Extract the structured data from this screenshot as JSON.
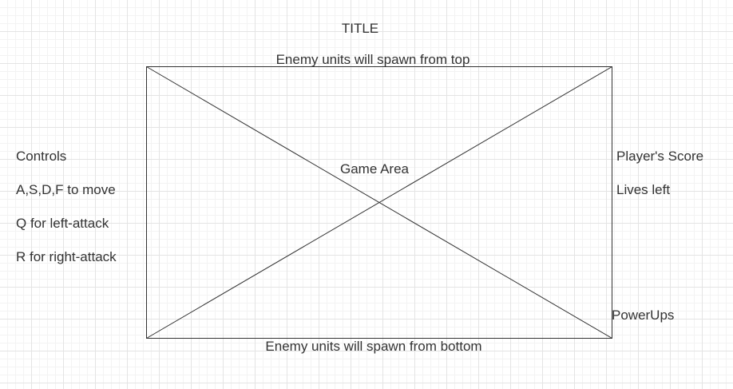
{
  "title": "TITLE",
  "top_note": "Enemy units will spawn from top",
  "bottom_note": "Enemy units will spawn from bottom",
  "game_area": {
    "label": "Game Area"
  },
  "controls": {
    "heading": "Controls",
    "move": "A,S,D,F to move",
    "left_attack": "Q for left-attack",
    "right_attack": "R for right-attack"
  },
  "status": {
    "score": "Player's Score",
    "lives": "Lives left",
    "powerups": "PowerUps"
  },
  "colors": {
    "stroke": "#333333",
    "grid": "#e4e4e4",
    "text": "#333333"
  }
}
